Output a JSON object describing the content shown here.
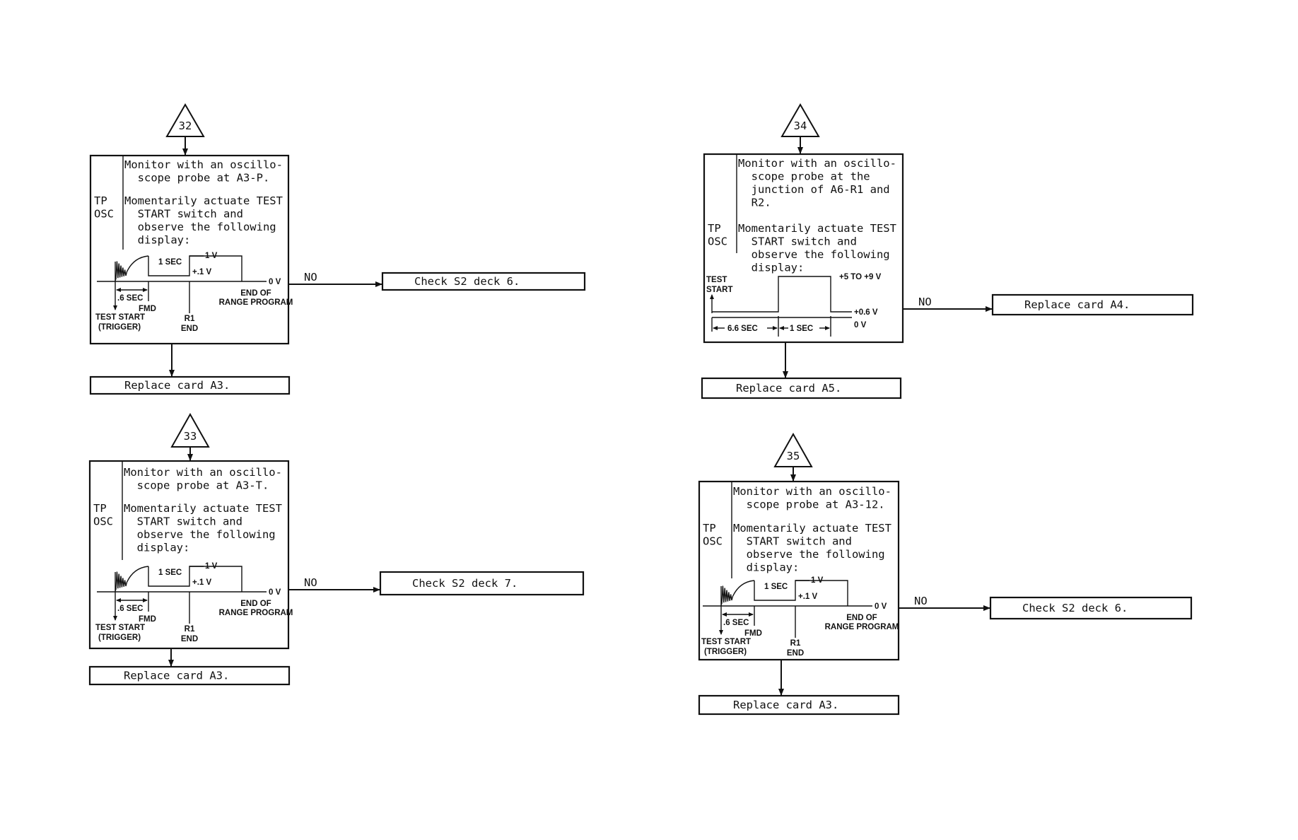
{
  "flowchart": {
    "steps": [
      {
        "id": "32",
        "connector_label": "32",
        "side_label": [
          "TP",
          "OSC"
        ],
        "instructions": [
          [
            "Monitor with an oscillo-",
            "  scope probe at A3-P."
          ],
          [
            "Momentarily actuate TEST",
            "  START switch and",
            "  observe the following",
            "  display:"
          ]
        ],
        "waveform": {
          "type": "fmd-pulse",
          "labels": {
            "pulse": "1 SEC",
            "high": "1 V",
            "low": "+.1 V",
            "zero": "0 V",
            "span": ".6 SEC",
            "fmd": "FMD",
            "trigger": [
              "TEST START",
              "(TRIGGER)"
            ],
            "r1": [
              "R1",
              "END"
            ],
            "end": [
              "END OF",
              "RANGE PROGRAM"
            ]
          }
        },
        "no_label": "NO",
        "no_action": "Check S2 deck 6.",
        "yes_action": "Replace card A3."
      },
      {
        "id": "33",
        "connector_label": "33",
        "side_label": [
          "TP",
          "OSC"
        ],
        "instructions": [
          [
            "Monitor with an oscillo-",
            "  scope probe at A3-T."
          ],
          [
            "Momentarily actuate TEST",
            "  START switch and",
            "  observe the following",
            "  display:"
          ]
        ],
        "waveform": {
          "type": "fmd-pulse",
          "labels": {
            "pulse": "1 SEC",
            "high": "1 V",
            "low": "+.1 V",
            "zero": "0 V",
            "span": ".6 SEC",
            "fmd": "FMD",
            "trigger": [
              "TEST START",
              "(TRIGGER)"
            ],
            "r1": [
              "R1",
              "END"
            ],
            "end": [
              "END OF",
              "RANGE PROGRAM"
            ]
          }
        },
        "no_label": "NO",
        "no_action": "Check S2 deck 7.",
        "yes_action": "Replace card A3."
      },
      {
        "id": "34",
        "connector_label": "34",
        "side_label": [
          "TP",
          "OSC"
        ],
        "instructions": [
          [
            "Monitor with an oscillo-",
            "  scope probe at the",
            "  junction of A6-R1 and",
            "  R2."
          ],
          [
            "Momentarily actuate TEST",
            "  START switch and",
            "  observe the following",
            "  display:"
          ]
        ],
        "waveform": {
          "type": "square-pulse",
          "labels": {
            "start": [
              "TEST",
              "START"
            ],
            "high": "+5 TO +9 V",
            "low": "+0.6 V",
            "zero": "0 V",
            "span1": "6.6 SEC",
            "span2": "1 SEC"
          }
        },
        "no_label": "NO",
        "no_action": "Replace card A4.",
        "yes_action": "Replace card A5."
      },
      {
        "id": "35",
        "connector_label": "35",
        "side_label": [
          "TP",
          "OSC"
        ],
        "instructions": [
          [
            "Monitor with an oscillo-",
            "  scope probe at A3-12."
          ],
          [
            "Momentarily actuate TEST",
            "  START switch and",
            "  observe the following",
            "  display:"
          ]
        ],
        "waveform": {
          "type": "fmd-pulse",
          "labels": {
            "pulse": "1 SEC",
            "high": "1 V",
            "low": "+.1 V",
            "zero": "0 V",
            "span": ".6 SEC",
            "fmd": "FMD",
            "trigger": [
              "TEST START",
              "(TRIGGER)"
            ],
            "r1": [
              "R1",
              "END"
            ],
            "end": [
              "END OF",
              "RANGE PROGRAM"
            ]
          }
        },
        "no_label": "NO",
        "no_action": "Check S2 deck 6.",
        "yes_action": "Replace card A3."
      }
    ]
  }
}
